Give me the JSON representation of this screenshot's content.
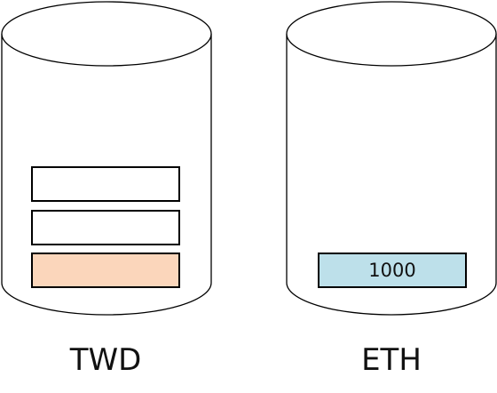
{
  "containers": [
    {
      "label": "TWD",
      "blocks": [
        {
          "text": "",
          "fill": "#ffffff"
        },
        {
          "text": "",
          "fill": "#ffffff"
        },
        {
          "text": "",
          "fill": "#fbd6bb"
        }
      ]
    },
    {
      "label": "ETH",
      "blocks": [
        {
          "text": "1000",
          "fill": "#bde0ea"
        }
      ]
    }
  ],
  "colors": {
    "stroke": "#000000",
    "background": "#ffffff"
  }
}
